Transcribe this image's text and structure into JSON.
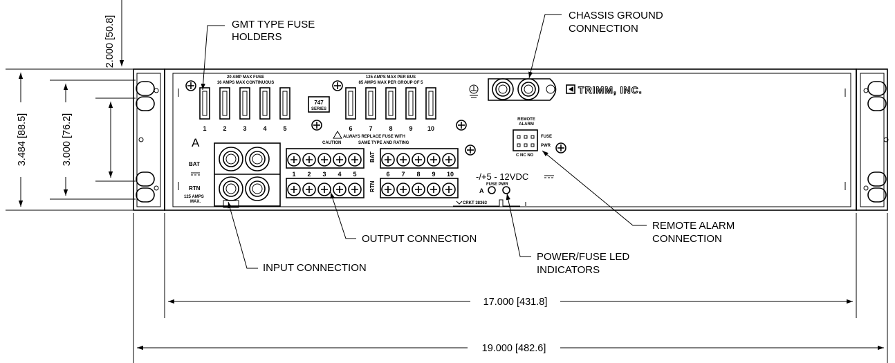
{
  "callouts": {
    "fuse_holders": [
      "GMT TYPE FUSE",
      "HOLDERS"
    ],
    "chassis_ground": [
      "CHASSIS GROUND",
      "CONNECTION"
    ],
    "output_connection": "OUTPUT CONNECTION",
    "input_connection": "INPUT CONNECTION",
    "remote_alarm": [
      "REMOTE ALARM",
      "CONNECTION"
    ],
    "led_indicators": [
      "POWER/FUSE LED",
      "INDICATORS"
    ]
  },
  "dimensions": {
    "top_offset": "2.000 [50.8]",
    "overall_height": "3.484 [88.5]",
    "mount_spacing": "3.000 [76.2]",
    "body_width": "17.000 [431.8]",
    "overall_width": "19.000 [482.6]"
  },
  "panel": {
    "fuse_label_left": [
      "20 AMP MAX FUSE",
      "16 AMPS MAX CONTINUOUS"
    ],
    "fuse_label_right": [
      "125 AMPS MAX PER BUS",
      "85 AMPS MAX PER GROUP OF 5"
    ],
    "series_badge": [
      "747",
      "SERIES"
    ],
    "fuse_numbers_left": [
      "1",
      "2",
      "3",
      "4",
      "5"
    ],
    "fuse_numbers_right": [
      "6",
      "7",
      "8",
      "9",
      "10"
    ],
    "warning": [
      "ALWAYS REPLACE FUSE WITH",
      "SAME TYPE AND RATING"
    ],
    "caution": "CAUTION",
    "section_letter": "A",
    "bat_label": "BAT",
    "rtn_label": "RTN",
    "input_rating": [
      "125 AMPS",
      "MAX."
    ],
    "terminal_numbers_left": [
      "1",
      "2",
      "3",
      "4",
      "5"
    ],
    "terminal_numbers_right": [
      "6",
      "7",
      "8",
      "9",
      "10"
    ],
    "bat_side": "BAT",
    "rtn_side": "RTN",
    "remote_alarm_label": [
      "REMOTE",
      "ALARM"
    ],
    "fuse_tag": "FUSE",
    "pwr_tag": "PWR",
    "alarm_pins": "C NC NO",
    "voltage": "-/+5 - 12VDC",
    "led_header": "FUSE PWR",
    "led_letter": "A",
    "part_note": "CRKT 38363",
    "brand": "TRIMM, INC."
  }
}
